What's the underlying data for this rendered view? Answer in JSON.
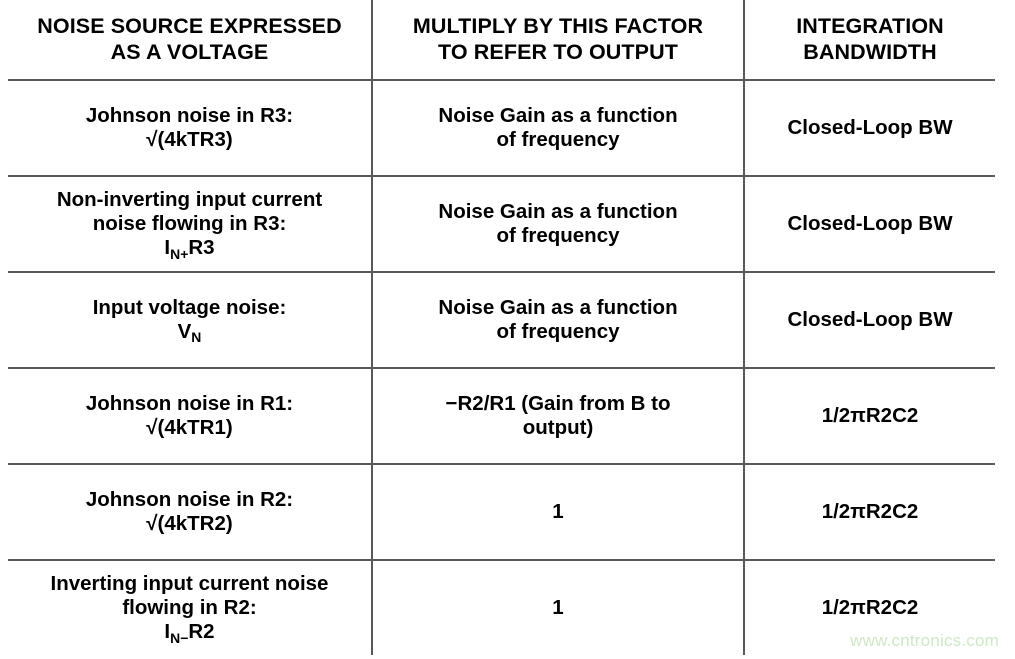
{
  "table": {
    "columns": [
      {
        "id": "noise-source",
        "header_lines": [
          "NOISE SOURCE EXPRESSED",
          "AS A VOLTAGE"
        ]
      },
      {
        "id": "multiply-factor",
        "header_lines": [
          "MULTIPLY BY THIS FACTOR",
          "TO REFER TO OUTPUT"
        ]
      },
      {
        "id": "integration-bandwidth",
        "header_lines": [
          "INTEGRATION",
          "BANDWIDTH"
        ]
      }
    ],
    "rows": [
      {
        "source_lines": [
          "Johnson noise in R3:",
          "√(4kTR3)"
        ],
        "source_sub": "",
        "source_sub_tail": "",
        "factor_lines": [
          "Noise Gain as a function",
          "of frequency"
        ],
        "bandwidth": "Closed-Loop BW"
      },
      {
        "source_lines": [
          "Non-inverting input current",
          "noise flowing in R3:"
        ],
        "source_formula_pre": "I",
        "source_sub": "N+",
        "source_sub_tail": "R3",
        "factor_lines": [
          "Noise Gain as a function",
          "of frequency"
        ],
        "bandwidth": "Closed-Loop BW"
      },
      {
        "source_lines": [
          "Input voltage noise:"
        ],
        "source_formula_pre": "V",
        "source_sub": "N",
        "source_sub_tail": "",
        "factor_lines": [
          "Noise Gain as a function",
          "of frequency"
        ],
        "bandwidth": "Closed-Loop BW"
      },
      {
        "source_lines": [
          "Johnson noise in R1:",
          "√(4kTR1)"
        ],
        "source_sub": "",
        "source_sub_tail": "",
        "factor_lines": [
          "−R2/R1 (Gain from B to",
          "output)"
        ],
        "bandwidth": "1/2πR2C2"
      },
      {
        "source_lines": [
          "Johnson noise in R2:",
          "√(4kTR2)"
        ],
        "source_sub": "",
        "source_sub_tail": "",
        "factor_lines": [
          "1"
        ],
        "bandwidth": "1/2πR2C2"
      },
      {
        "source_lines": [
          "Inverting input current noise",
          "flowing in R2:"
        ],
        "source_formula_pre": "I",
        "source_sub": "N−",
        "source_sub_tail": "R2",
        "factor_lines": [
          "1"
        ],
        "bandwidth": "1/2πR2C2"
      }
    ]
  },
  "watermark": {
    "text": "www.cntronics.com",
    "color": "#cfe8c6"
  },
  "style": {
    "border_color": "#58585a",
    "text_color": "#000000",
    "background": "#ffffff"
  }
}
